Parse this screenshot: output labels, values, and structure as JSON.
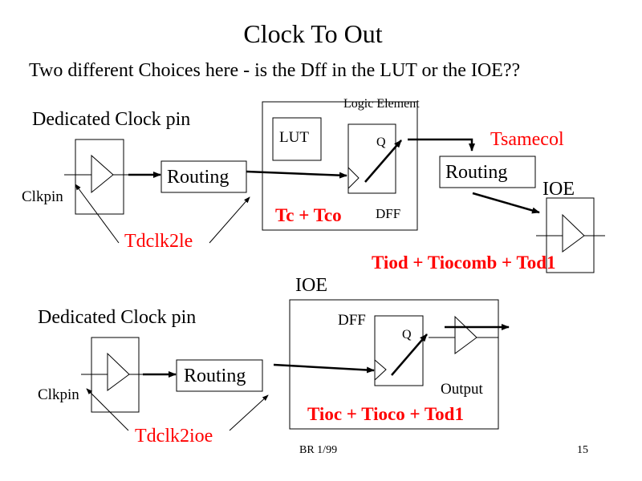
{
  "slide": {
    "title": "Clock To Out",
    "subtitle": "Two different Choices here - is the Dff in the LUT or the IOE??",
    "footer_left": "BR 1/99",
    "page_number": "15"
  },
  "colors": {
    "annotation": "#ff0000",
    "line": "#000000"
  },
  "top_diagram": {
    "clock_pin_title": "Dedicated Clock pin",
    "clkpin_label": "Clkpin",
    "routing_label": "Routing",
    "delay_clk": "Tdclk2le",
    "logic_element_label": "Logic Element",
    "lut_label": "LUT",
    "q_label": "Q",
    "dff_label": "DFF",
    "delay_le": "Tc + Tco",
    "delay_samecol": "Tsamecol",
    "routing2_label": "Routing",
    "ioe_label": "IOE",
    "delay_ioe": "Tiod + Tiocomb + Tod1"
  },
  "bottom_diagram": {
    "clock_pin_title": "Dedicated Clock pin",
    "clkpin_label": "Clkpin",
    "routing_label": "Routing",
    "delay_clk": "Tdclk2ioe",
    "ioe_label": "IOE",
    "dff_label": "DFF",
    "q_label": "Q",
    "output_label": "Output",
    "delay_ioe": "Tioc + Tioco + Tod1"
  }
}
